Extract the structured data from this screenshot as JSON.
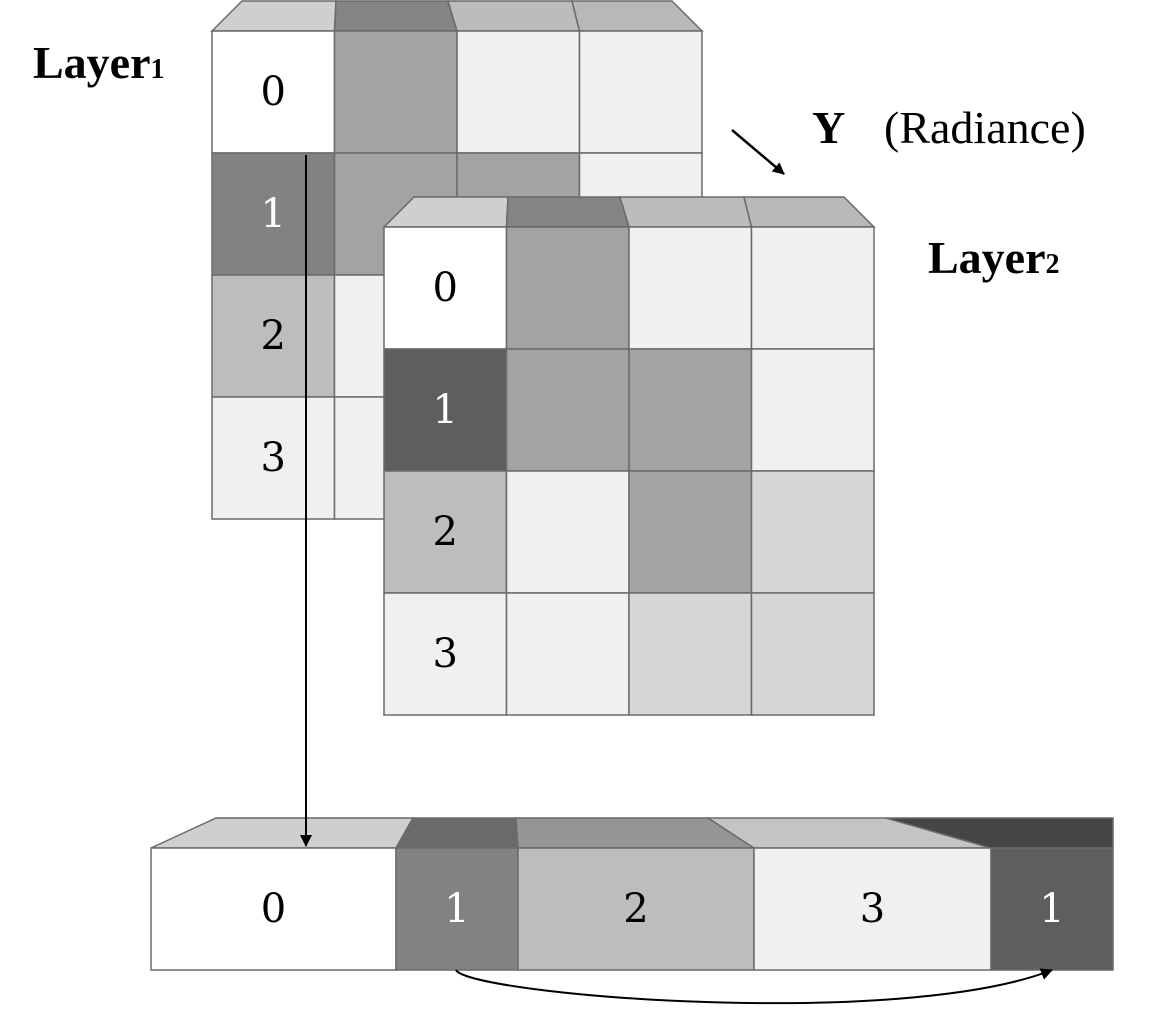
{
  "labels": {
    "layer1": "Layer",
    "layer1_sub": "1",
    "layer2": "Layer",
    "layer2_sub": "2",
    "y_symbol": "Y",
    "y_desc": "(Radiance)"
  },
  "layer1": {
    "row_labels": [
      "0",
      "1",
      "2",
      "3"
    ],
    "top_face_colors": [
      "#cfcfcf",
      "#848484",
      "#bcbcbc",
      "#b8b8b8"
    ],
    "cells": [
      [
        "#ffffff",
        "#a3a3a3",
        "#f0f0f0",
        "#f0f0f0"
      ],
      [
        "#828282",
        "#a3a3a3",
        "#a3a3a3",
        "#f0f0f0"
      ],
      [
        "#bdbdbd",
        "#f0f0f0",
        "#f0f0f0",
        "#f0f0f0"
      ],
      [
        "#f0f0f0",
        "#f0f0f0",
        "#f0f0f0",
        "#f0f0f0"
      ]
    ]
  },
  "layer2": {
    "row_labels": [
      "0",
      "1",
      "2",
      "3"
    ],
    "top_face_colors": [
      "#cfcfcf",
      "#848484",
      "#bcbcbc",
      "#b8b8b8"
    ],
    "cells": [
      [
        "#ffffff",
        "#a3a3a3",
        "#f0f0f0",
        "#f0f0f0"
      ],
      [
        "#5e5e5e",
        "#a3a3a3",
        "#a3a3a3",
        "#f0f0f0"
      ],
      [
        "#bdbdbd",
        "#f0f0f0",
        "#a3a3a3",
        "#d6d6d6"
      ],
      [
        "#f0f0f0",
        "#f0f0f0",
        "#d6d6d6",
        "#d6d6d6"
      ]
    ]
  },
  "bar": {
    "labels": [
      "0",
      "1",
      "2",
      "3",
      "1"
    ],
    "face_colors": [
      "#ffffff",
      "#828282",
      "#bdbdbd",
      "#f0f0f0",
      "#5e5e5e"
    ],
    "top_colors": [
      "#cfcfcf",
      "#6a6a6a",
      "#959595",
      "#c4c4c4",
      "#454545"
    ],
    "text_colors": [
      "#000000",
      "#ffffff",
      "#000000",
      "#000000",
      "#ffffff"
    ]
  }
}
